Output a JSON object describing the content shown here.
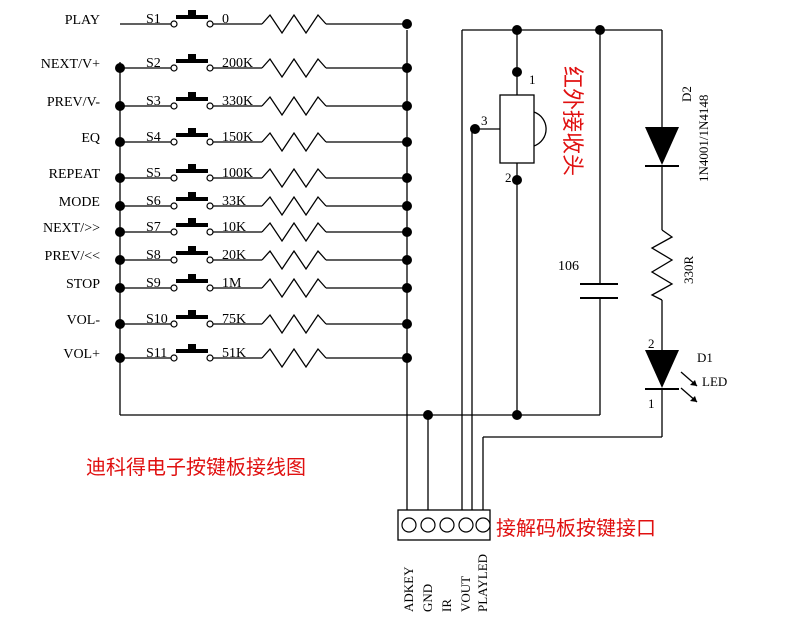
{
  "title": "迪科得电子按键板接线图",
  "ir_receiver_label": "红外接收头",
  "connector_label": "接解码板按键接口",
  "switches": [
    {
      "name": "PLAY",
      "switch": "S1",
      "resistor": "0"
    },
    {
      "name": "NEXT/V+",
      "switch": "S2",
      "resistor": "200K"
    },
    {
      "name": "PREV/V-",
      "switch": "S3",
      "resistor": "330K"
    },
    {
      "name": "EQ",
      "switch": "S4",
      "resistor": "150K"
    },
    {
      "name": "REPEAT",
      "switch": "S5",
      "resistor": "100K"
    },
    {
      "name": "MODE",
      "switch": "S6",
      "resistor": "33K"
    },
    {
      "name": "NEXT/>>",
      "switch": "S7",
      "resistor": "10K"
    },
    {
      "name": "PREV/<<",
      "switch": "S8",
      "resistor": "20K"
    },
    {
      "name": "STOP",
      "switch": "S9",
      "resistor": "1M"
    },
    {
      "name": "VOL-",
      "switch": "S10",
      "resistor": "75K"
    },
    {
      "name": "VOL+",
      "switch": "S11",
      "resistor": "51K"
    }
  ],
  "ir_pins": {
    "p1": "1",
    "p2": "2",
    "p3": "3"
  },
  "capacitor": "106",
  "diode": {
    "ref": "D2",
    "part": "1N4001/1N4148"
  },
  "resistor_r": "330R",
  "led": {
    "ref": "D1",
    "label": "LED",
    "pin1": "1",
    "pin2": "2"
  },
  "connector_pins": [
    "ADKEY",
    "GND",
    "IR",
    "VOUT",
    "PLAYLED"
  ]
}
